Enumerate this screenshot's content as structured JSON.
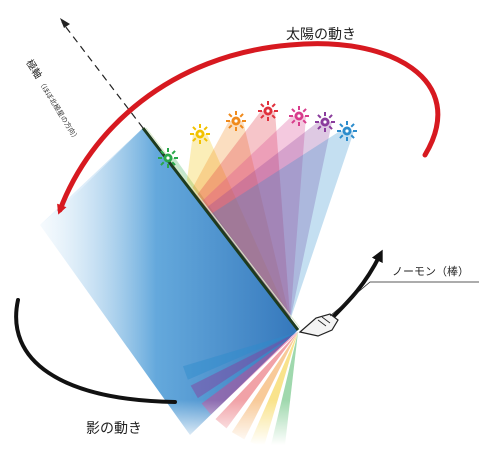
{
  "labels": {
    "sun_motion": "太陽の動き",
    "shadow_motion": "影の動き",
    "gnomon": "ノーモン（棒）",
    "axis": "極軸",
    "axis_note": "（ほぼ北極星の方向）"
  },
  "colors": {
    "sun_arrow": "#d71920",
    "shadow_arrow": "#111111",
    "dial_plate": "#2f7fc4",
    "plate_edge": "#1e3b1e"
  },
  "sun_colors": [
    "#2aa84a",
    "#f2c200",
    "#f08a1c",
    "#e0303c",
    "#d83c8c",
    "#8a3c9c",
    "#2c8ccc"
  ],
  "icons": [
    "sun-icon",
    "hand-icon"
  ]
}
